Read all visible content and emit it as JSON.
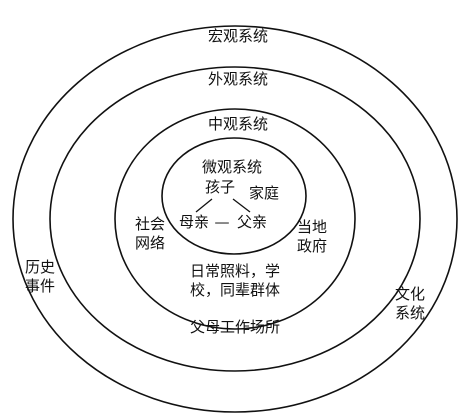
{
  "diagram": {
    "rings": {
      "macro": "宏观系统",
      "exo": "外观系统",
      "meso": "中观系统",
      "micro": "微观系统"
    },
    "micro": {
      "child": "孩子",
      "home": "家庭",
      "mother": "母亲",
      "dash": "—",
      "father": "父亲"
    },
    "meso": {
      "social_network_line1": "社会",
      "social_network_line2": "网络",
      "local_gov_line1": "当地",
      "local_gov_line2": "政府",
      "daycare_line1": "日常照料，学",
      "daycare_line2": "校，同辈群体"
    },
    "exo": {
      "parents_workplace": "父母工作场所"
    },
    "macro": {
      "history_line1": "历史",
      "history_line2": "事件",
      "culture_line1": "文化",
      "culture_line2": "系统"
    },
    "line_color": "#111111"
  }
}
